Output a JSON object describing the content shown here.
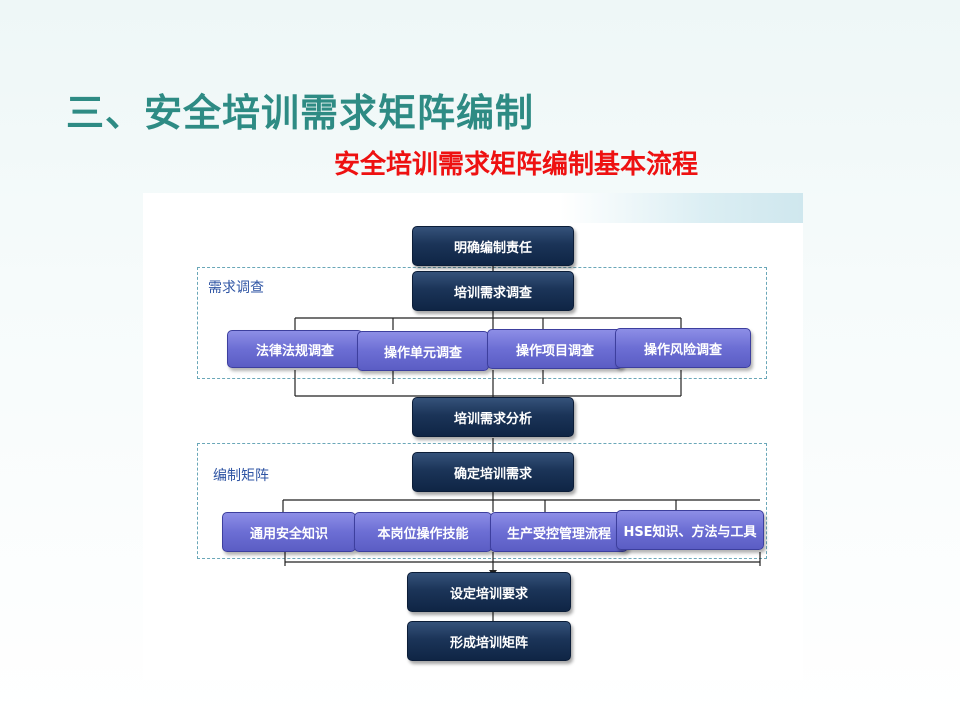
{
  "slide": {
    "title": "三、安全培训需求矩阵编制",
    "subtitle": "安全培训需求矩阵编制基本流程"
  },
  "groups": {
    "survey_label": "需求调查",
    "matrix_label": "编制矩阵"
  },
  "steps": {
    "clarify": "明确编制责任",
    "survey": "培训需求调查",
    "analysis": "培训需求分析",
    "determine": "确定培训需求",
    "set_requirements": "设定培训要求",
    "form_matrix": "形成培训矩阵"
  },
  "survey_items": [
    "法律法规调查",
    "操作单元调查",
    "操作项目调查",
    "操作风险调查"
  ],
  "matrix_items": [
    "通用安全知识",
    "本岗位操作技能",
    "生产受控管理流程",
    "HSE知识、方法与工具"
  ],
  "colors": {
    "title": "#2e8b84",
    "subtitle": "#ee1111",
    "dark_box": "#1b3458",
    "purple_box": "#6c6ed4",
    "group_label": "#2f55a4"
  }
}
